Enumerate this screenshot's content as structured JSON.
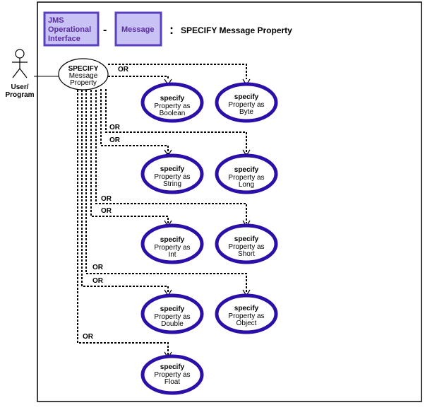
{
  "header": {
    "box1_lines": [
      "JMS",
      "Operational",
      "Interface"
    ],
    "separator": "-",
    "box2_label": "Message",
    "colon": ":",
    "title": "SPECIFY Message Property"
  },
  "actor": {
    "label_lines": [
      "User/",
      "Program"
    ]
  },
  "main_use_case": {
    "lines": [
      "SPECIFY",
      "Message",
      "Property"
    ]
  },
  "or_label": "OR",
  "use_cases": [
    {
      "id": "boolean",
      "lines": [
        "specify",
        "Property as",
        "Boolean"
      ]
    },
    {
      "id": "byte",
      "lines": [
        "specify",
        "Property as",
        "Byte"
      ]
    },
    {
      "id": "string",
      "lines": [
        "specify",
        "Property as",
        "String"
      ]
    },
    {
      "id": "long",
      "lines": [
        "specify",
        "Property as",
        "Long"
      ]
    },
    {
      "id": "int",
      "lines": [
        "specify",
        "Property as",
        "Int"
      ]
    },
    {
      "id": "short",
      "lines": [
        "specify",
        "Property as",
        "Short"
      ]
    },
    {
      "id": "double",
      "lines": [
        "specify",
        "Property as",
        "Double"
      ]
    },
    {
      "id": "object",
      "lines": [
        "specify",
        "Property as",
        "Object"
      ]
    },
    {
      "id": "float",
      "lines": [
        "specify",
        "Property as",
        "Float"
      ]
    }
  ]
}
